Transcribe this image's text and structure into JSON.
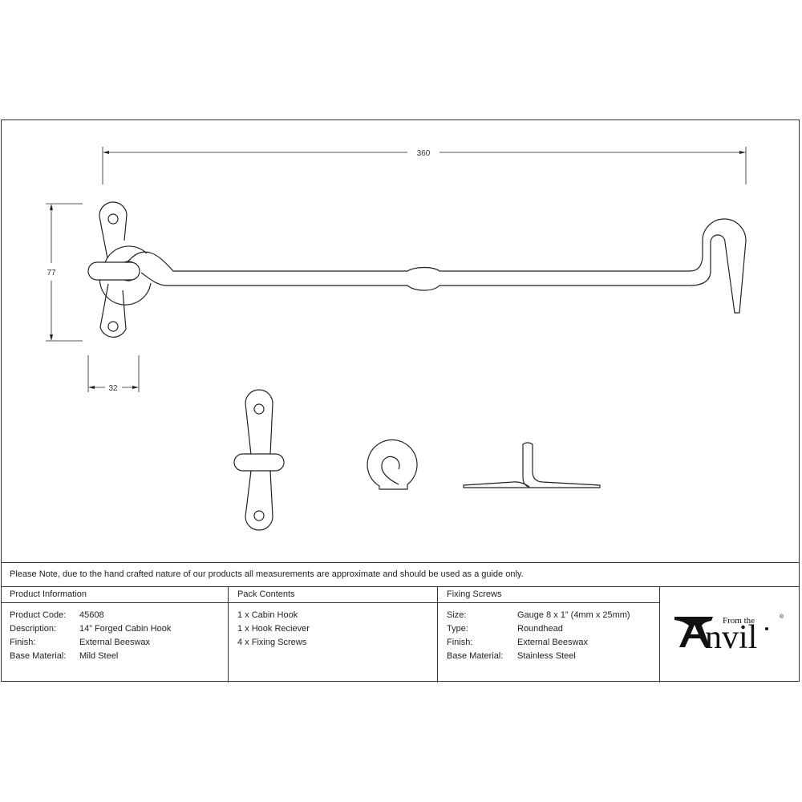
{
  "drawing": {
    "dimensions": {
      "overall_length": "360",
      "height": "77",
      "plate_width": "32"
    },
    "views": [
      "cabin-hook-assembly",
      "hook-plate-front",
      "receiver-eye-side",
      "receiver-top"
    ]
  },
  "note": "Please Note, due to the hand crafted nature of our products all measurements are approximate and should be used as a guide only.",
  "product_information": {
    "heading": "Product Information",
    "rows": [
      {
        "label": "Product Code:",
        "value": "45608"
      },
      {
        "label": "Description:",
        "value": "14” Forged Cabin Hook"
      },
      {
        "label": "Finish:",
        "value": "External Beeswax"
      },
      {
        "label": "Base Material:",
        "value": "Mild Steel"
      }
    ]
  },
  "pack_contents": {
    "heading": "Pack Contents",
    "items": [
      "1 x Cabin Hook",
      "1 x Hook Reciever",
      "4 x Fixing Screws"
    ]
  },
  "fixing_screws": {
    "heading": "Fixing Screws",
    "rows": [
      {
        "label": "Size:",
        "value": "Gauge 8 x 1” (4mm x 25mm)"
      },
      {
        "label": "Type:",
        "value": "Roundhead"
      },
      {
        "label": "Finish:",
        "value": "External Beeswax"
      },
      {
        "label": "Base Material:",
        "value": "Stainless Steel"
      }
    ]
  },
  "logo": {
    "from_text": "From the",
    "word": "Anvil",
    "registered": "®"
  }
}
